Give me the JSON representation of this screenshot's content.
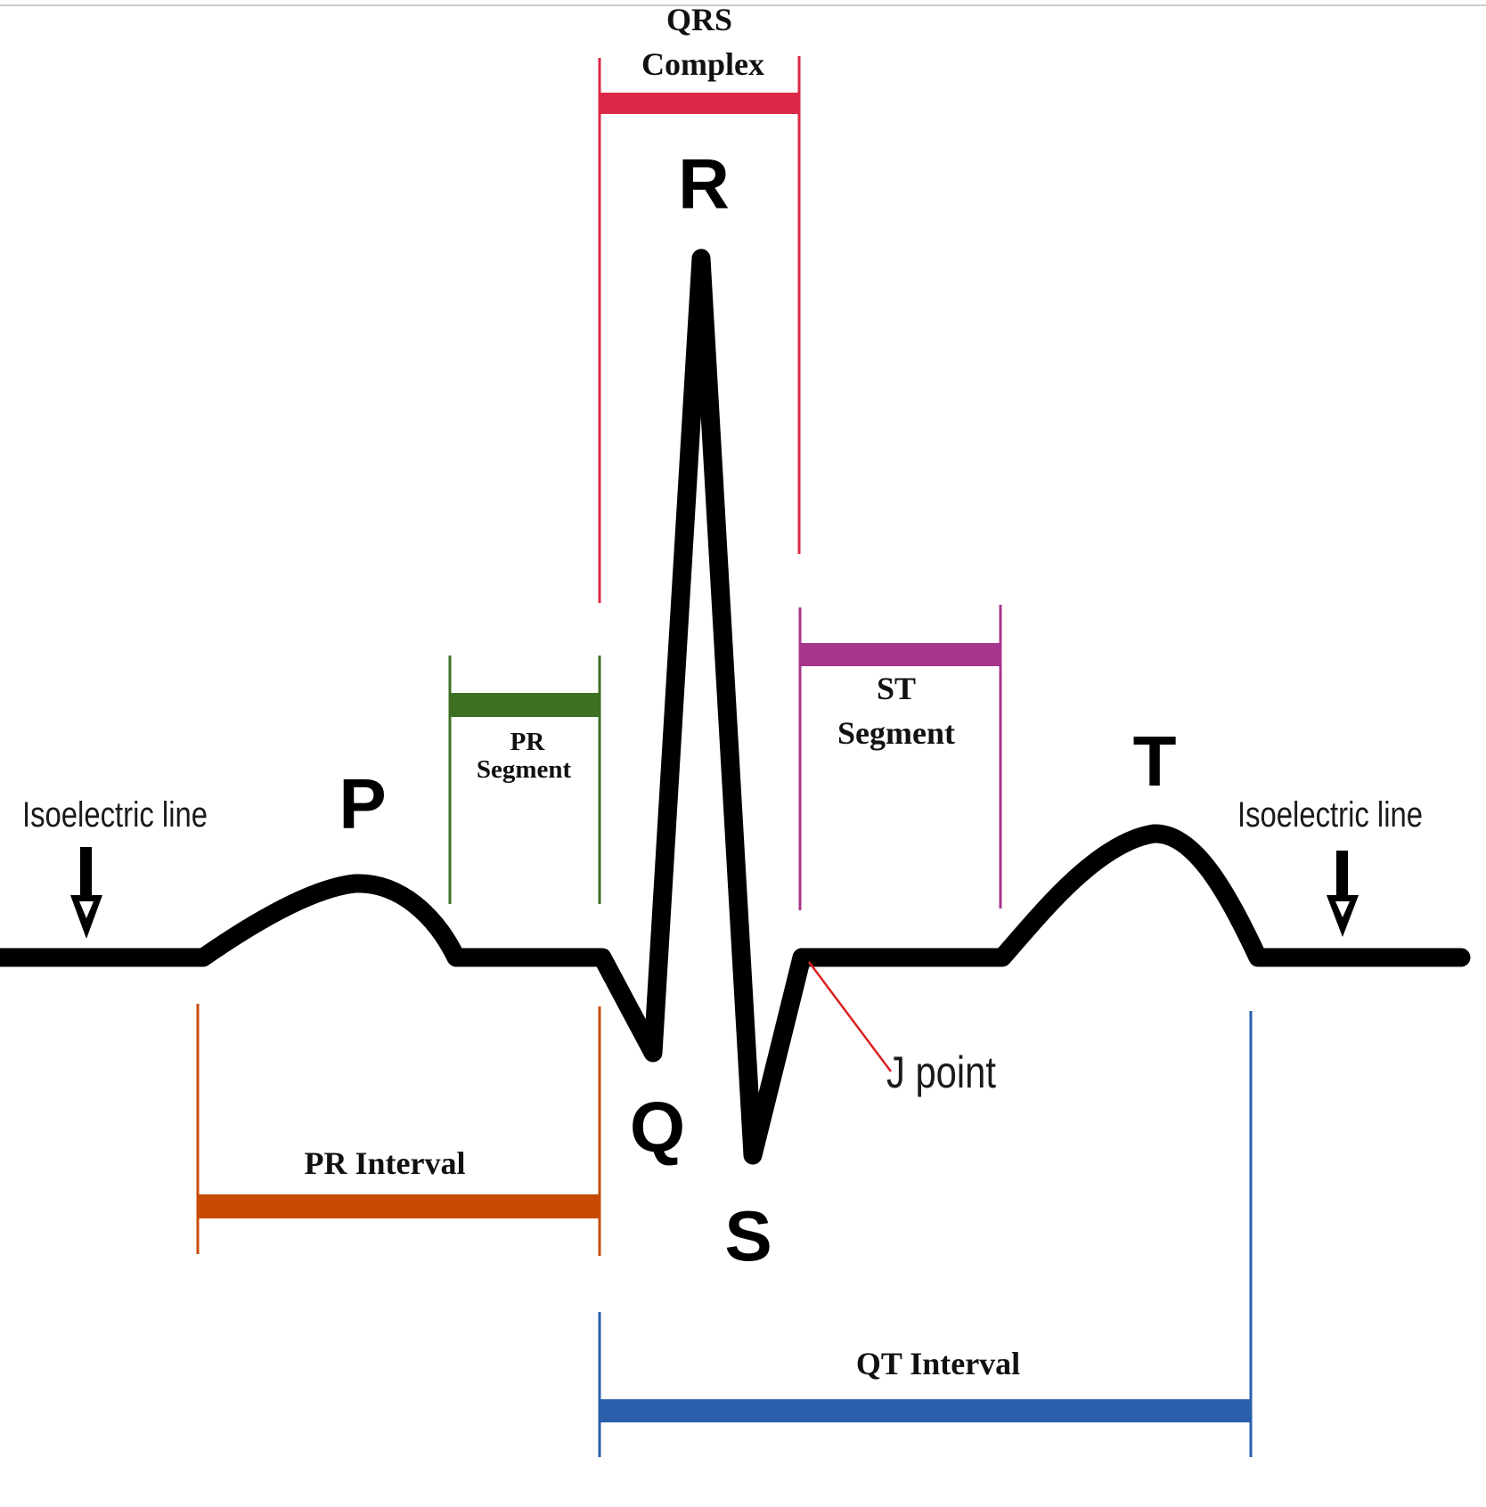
{
  "labels": {
    "qrs_complex": [
      "QRS",
      "Complex"
    ],
    "pr_segment": [
      "PR",
      "Segment"
    ],
    "st_segment": [
      "ST",
      "Segment"
    ],
    "pr_interval": "PR Interval",
    "qt_interval": "QT Interval",
    "isoelectric_left": "Isoelectric line",
    "isoelectric_right": "Isoelectric line",
    "j_point": "J point"
  },
  "waves": {
    "p": "P",
    "q": "Q",
    "r": "R",
    "s": "S",
    "t": "T"
  },
  "colors": {
    "trace": "#000000",
    "qrs_complex": "#dc2847",
    "pr_segment": "#3d7023",
    "st_segment": "#a6358c",
    "pr_interval": "#c84b05",
    "qt_interval": "#2b5eab",
    "j_point_leader": "#dc2020"
  }
}
